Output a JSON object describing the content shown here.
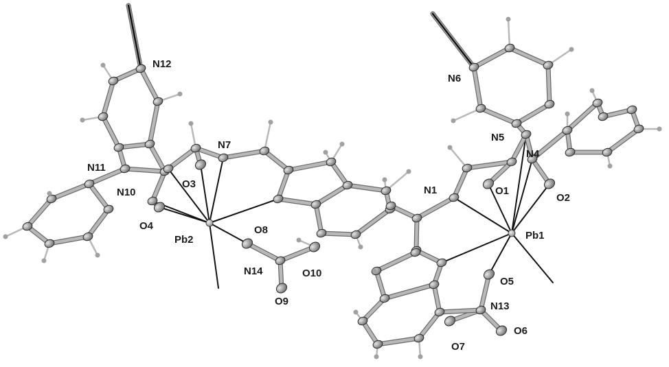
{
  "labels": {
    "n12": "N12",
    "n11": "N11",
    "n10": "N10",
    "n7": "N7",
    "o3": "O3",
    "o4": "O4",
    "pb2": "Pb2",
    "o8": "O8",
    "n14": "N14",
    "o10": "O10",
    "o9": "O9",
    "n1": "N1",
    "n6": "N6",
    "n5": "N5",
    "n4": "N4",
    "o1": "O1",
    "o2": "O2",
    "pb1": "Pb1",
    "o5": "O5",
    "n13": "N13",
    "o6": "O6",
    "o7": "O7"
  },
  "colors": {
    "bond": "#b8b8b8",
    "bond_edge": "#6a6a6a",
    "coord_bond": "#111111",
    "atom_fill": "#8c8c8c",
    "atom_edge": "#2a2a2a",
    "hydrogen": "#a0a0a0"
  }
}
